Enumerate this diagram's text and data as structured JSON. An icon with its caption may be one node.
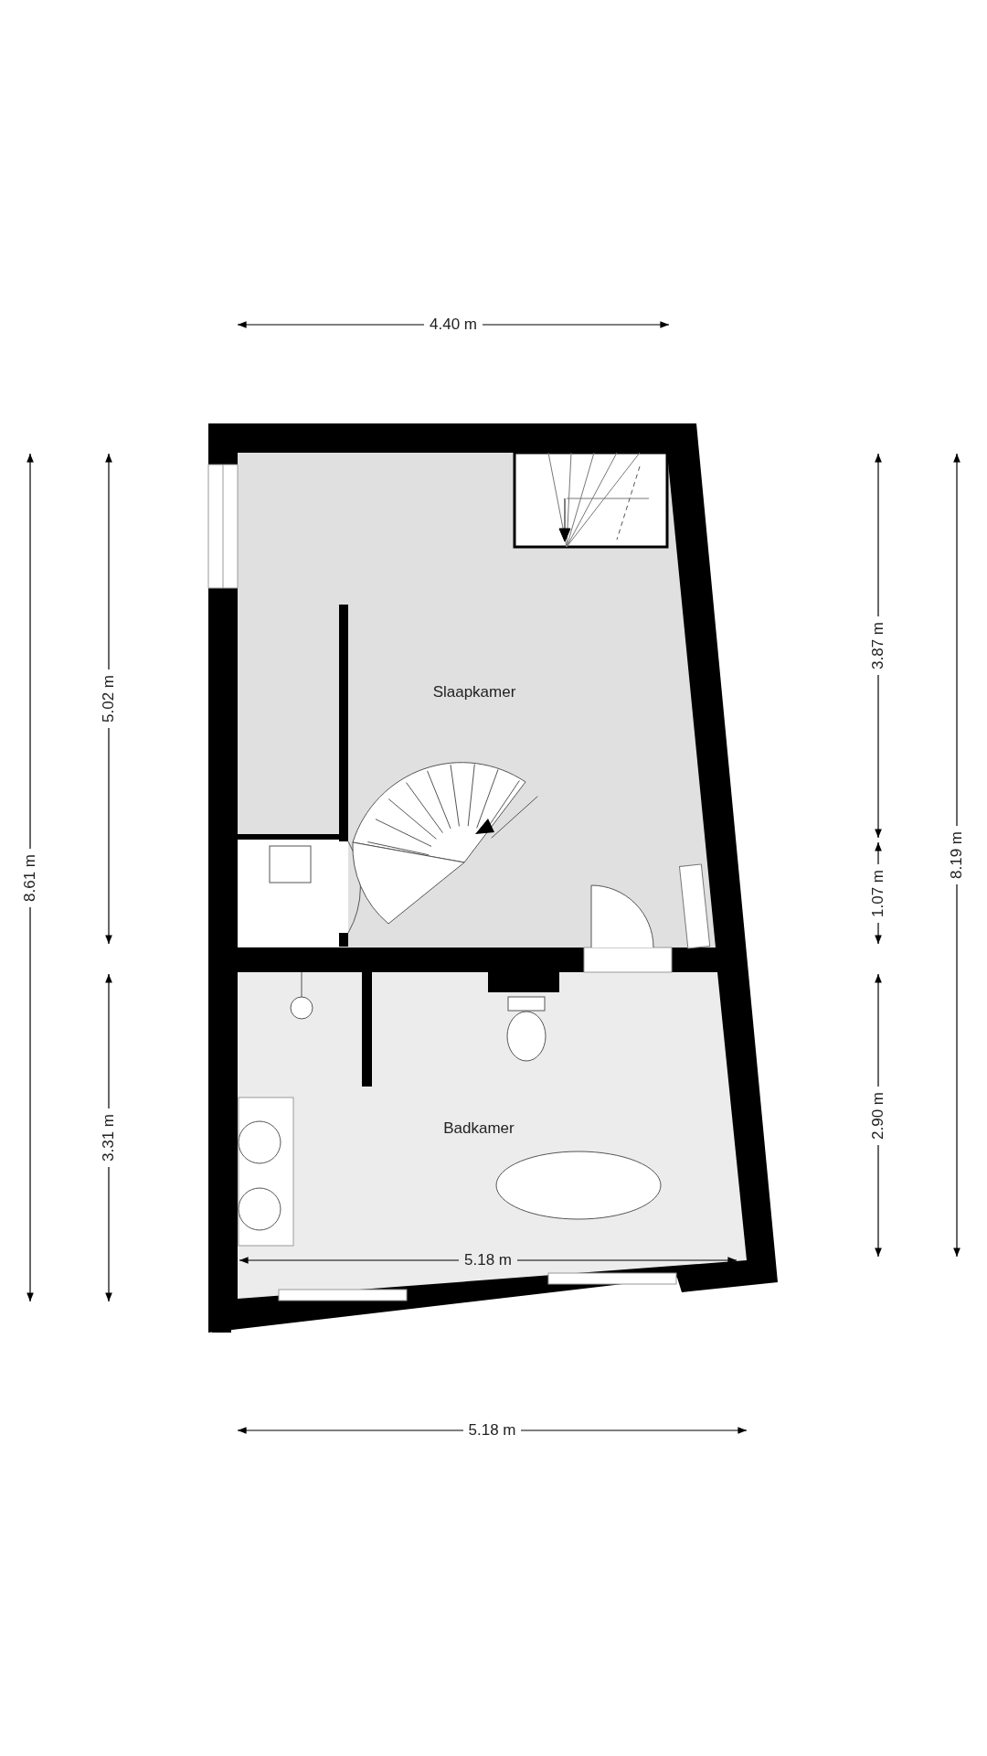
{
  "diagram": {
    "nodes": [
      {
        "text": [
          "Slaapkamer"
        ]
      },
      {
        "text": [
          "Badkamer"
        ]
      }
    ],
    "labels": [
      "4.40 m",
      "3.87 m",
      "5.02 m",
      "8.61 m",
      "8.19 m",
      "1.07 m",
      "3.31 m",
      "2.90 m",
      "5.18 m",
      "5.18 m"
    ]
  }
}
